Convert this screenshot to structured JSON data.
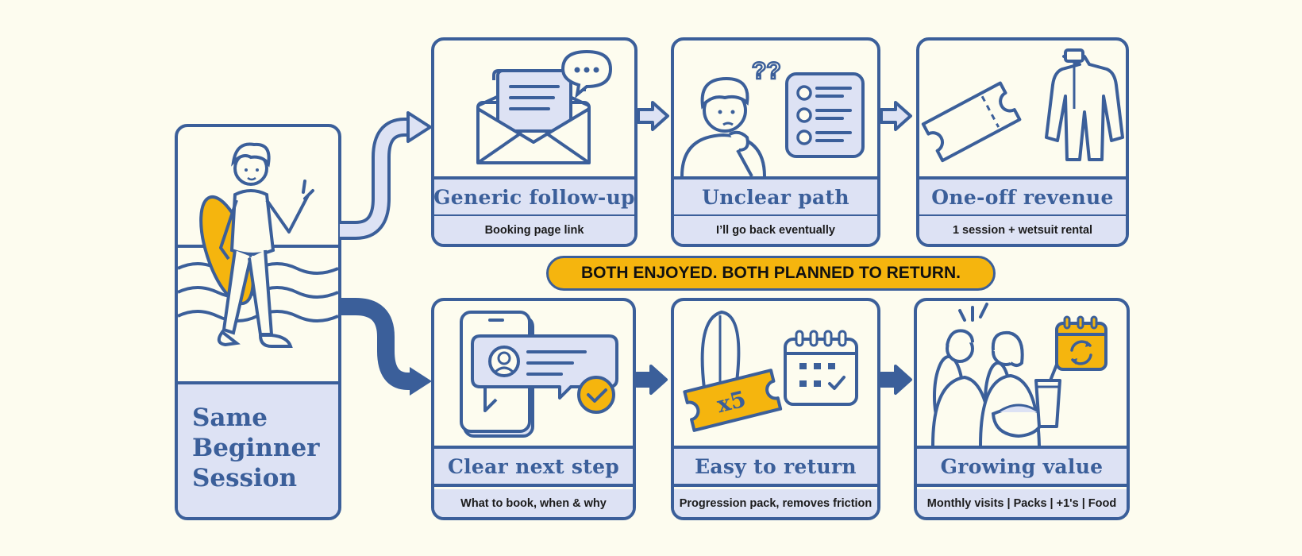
{
  "start": {
    "title_lines": [
      "Same",
      "Beginner",
      "Session"
    ]
  },
  "banner": "BOTH ENJOYED. BOTH PLANNED TO RETURN.",
  "top_row": [
    {
      "title": "Generic follow-up",
      "caption": "Booking page link",
      "icon": "envelope-icon"
    },
    {
      "title": "Unclear path",
      "caption": "I’ll go back eventually",
      "icon": "confused-person-icon"
    },
    {
      "title": "One-off revenue",
      "caption": "1 session + wetsuit rental",
      "icon": "ticket-wetsuit-icon"
    }
  ],
  "bottom_row": [
    {
      "title": "Clear next step",
      "caption": "What to book, when & why",
      "icon": "phone-message-icon"
    },
    {
      "title": "Easy to return",
      "caption": "Progression pack, removes friction",
      "icon": "pack-calendar-icon",
      "pack_label": "x5"
    },
    {
      "title": "Growing value",
      "caption": "Monthly visits | Packs | +1's | Food",
      "icon": "surfers-food-icon"
    }
  ],
  "colors": {
    "background": "#fdfcef",
    "outline": "#3b5f9a",
    "panel": "#dde2f4",
    "accent": "#f5b50e",
    "arrow_light": "#dde2f4",
    "arrow_dark": "#3b5f9a"
  }
}
